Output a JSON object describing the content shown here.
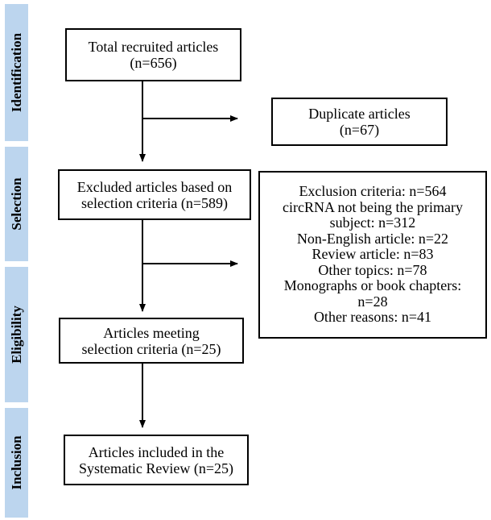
{
  "phases": {
    "identification": "Identification",
    "selection": "Selection",
    "eligibility": "Eligibility",
    "inclusion": "Inclusion"
  },
  "boxes": {
    "total": {
      "line1": "Total recruited articles",
      "line2": "(n=656)"
    },
    "duplicates": {
      "line1": "Duplicate articles",
      "line2": "(n=67)"
    },
    "excluded_selection": {
      "line1": "Excluded articles based on",
      "line2": "selection criteria (n=589)"
    },
    "exclusion_details": {
      "lines": [
        "Exclusion criteria: n=564",
        "circRNA not being the primary",
        "subject: n=312",
        "Non-English article: n=22",
        "Review article: n=83",
        "Other topics: n=78",
        "Monographs or book chapters:",
        "n=28",
        "Other reasons: n=41"
      ]
    },
    "meeting": {
      "line1": "Articles meeting",
      "line2": "selection criteria (n=25)"
    },
    "included": {
      "line1": "Articles included in the",
      "line2": "Systematic Review (n=25)"
    }
  },
  "colors": {
    "phase_fill": "#bcd5ee",
    "line": "#000000"
  }
}
